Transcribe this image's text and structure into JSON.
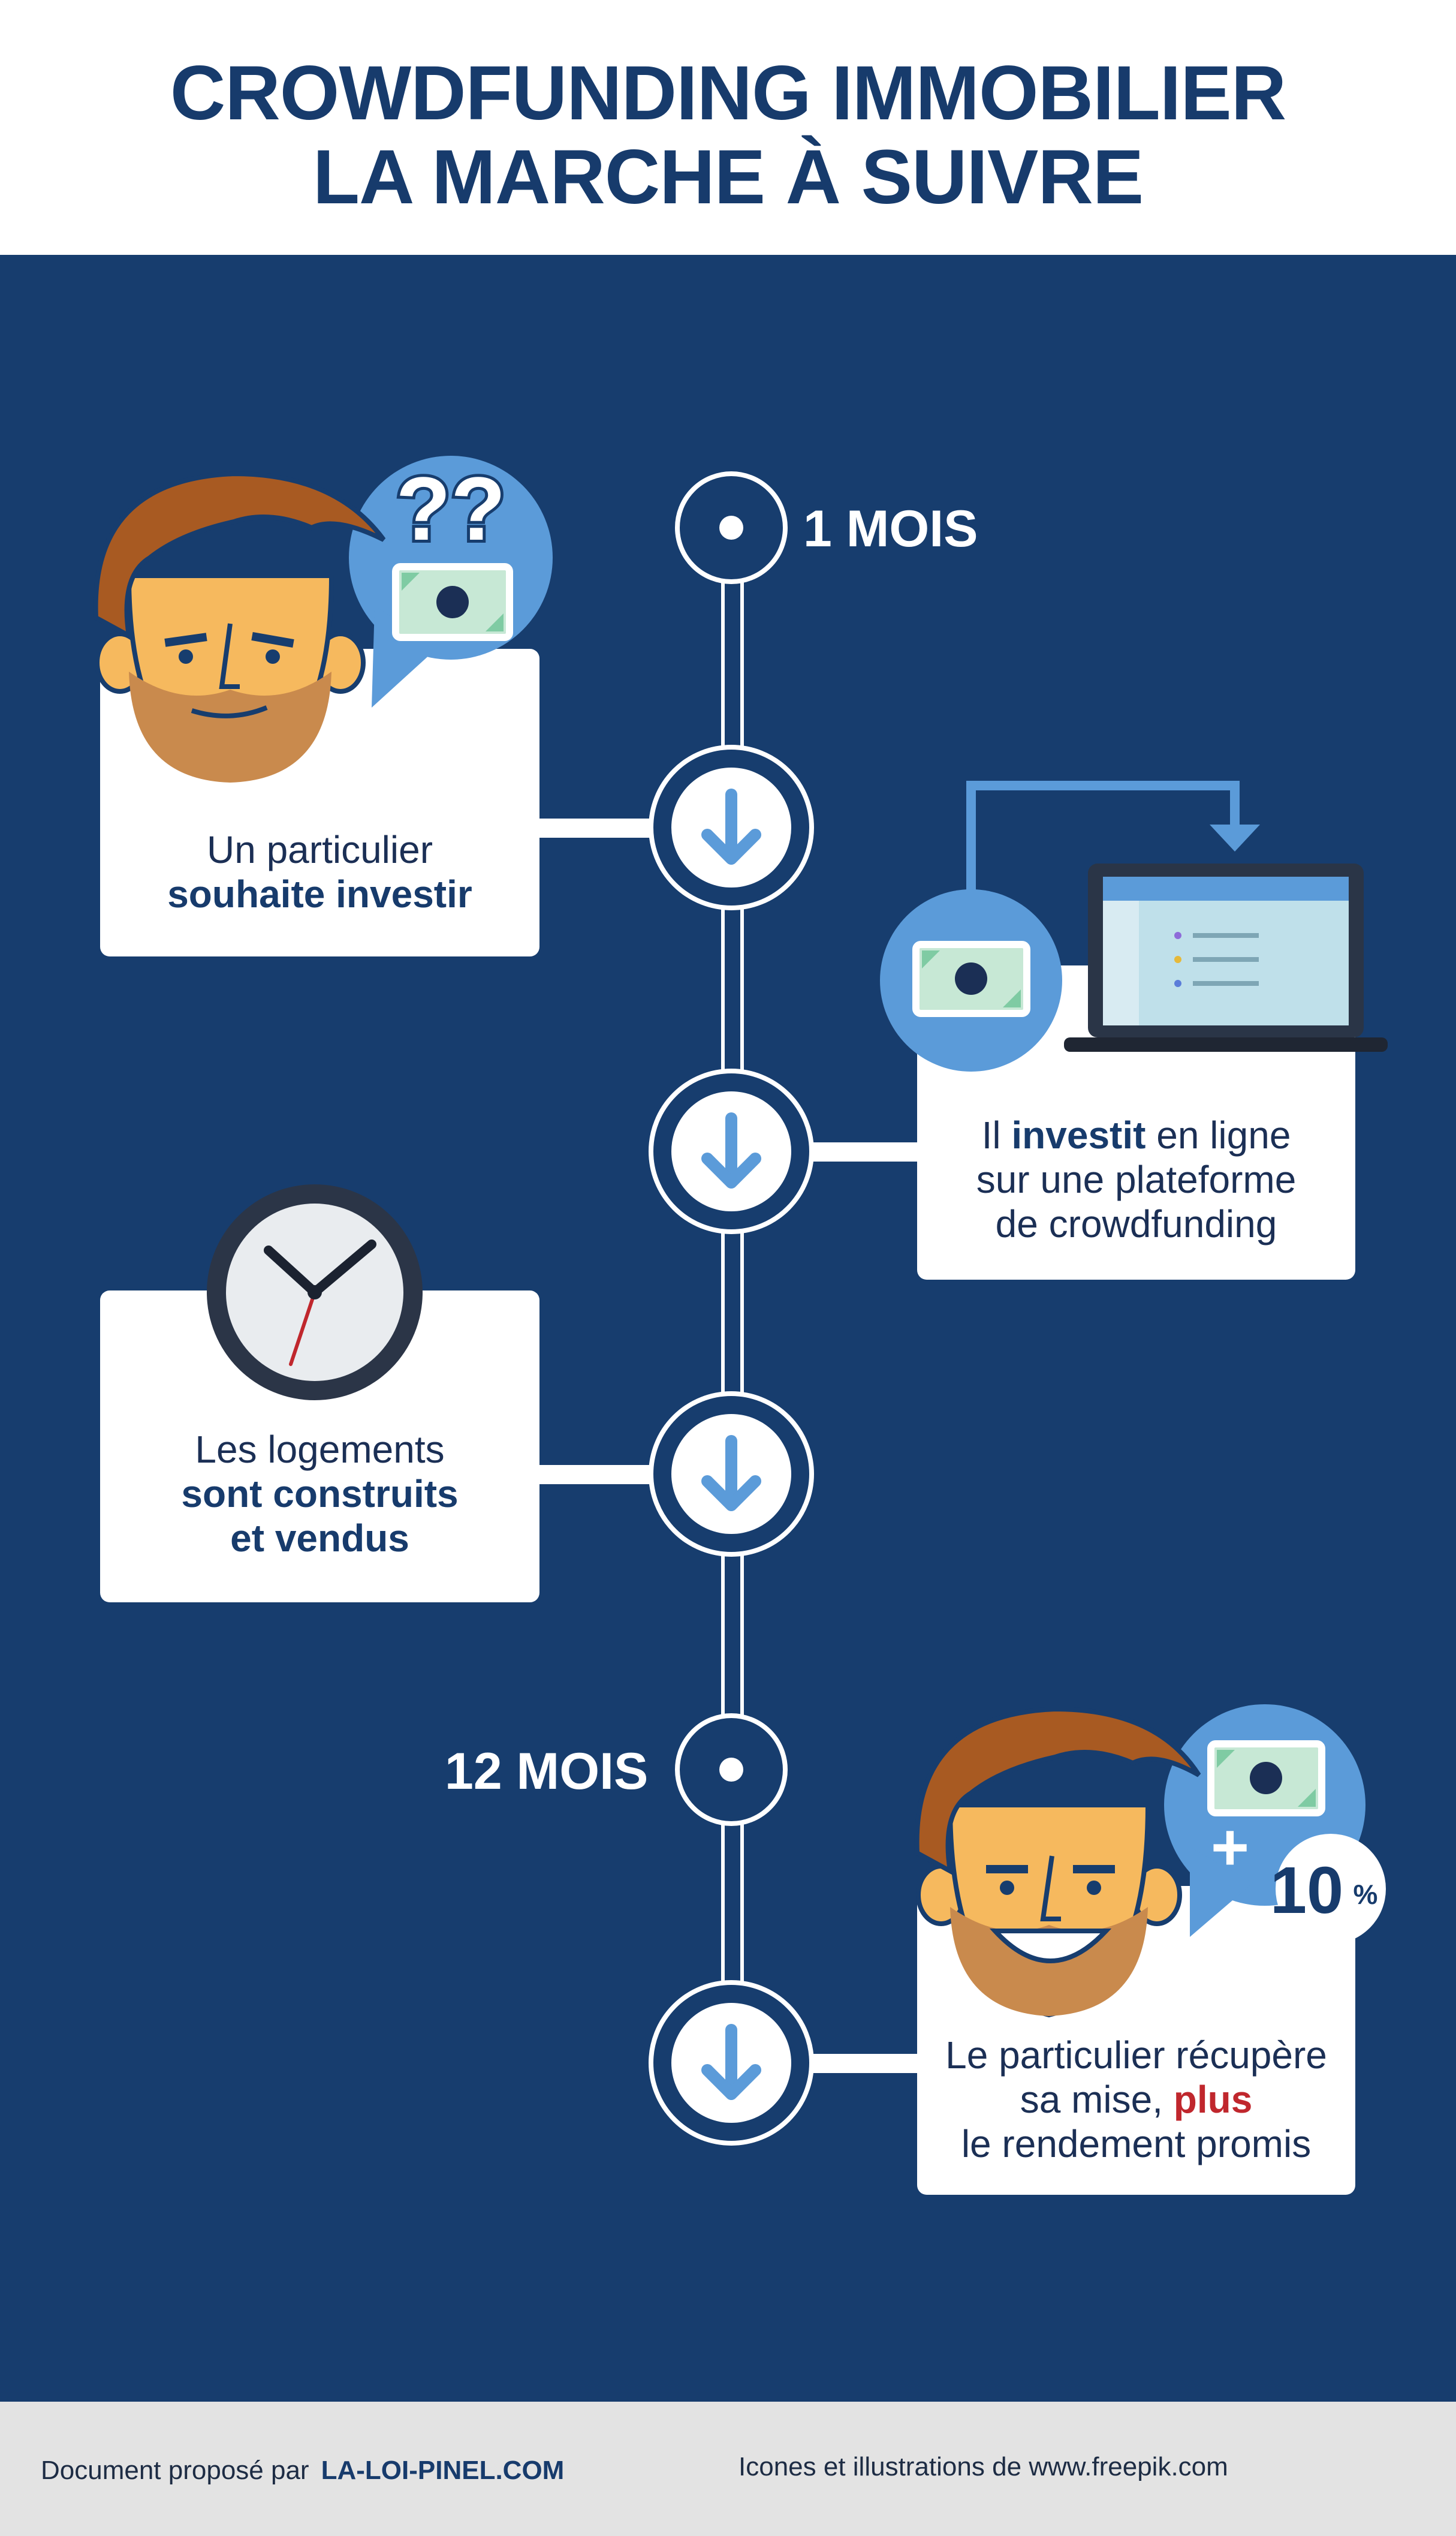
{
  "title": {
    "line1": "CROWDFUNDING IMMOBILIER",
    "line2": "LA MARCHE À SUIVRE"
  },
  "timeline": {
    "start_label": "1 MOIS",
    "end_label": "12 MOIS"
  },
  "steps": [
    {
      "pre": "Un particulier",
      "bold": "souhaite investir"
    },
    {
      "line1_pre": "Il ",
      "line1_bold": "investit",
      "line1_post": " en ligne",
      "line2": "sur une plateforme",
      "line3": "de crowdfunding"
    },
    {
      "pre": "Les logements",
      "bold1": "sont construits",
      "bold2": "et vendus"
    },
    {
      "line1": "Le particulier récupère",
      "line2_pre": "sa mise, ",
      "line2_red": "plus",
      "line3": "le rendement promis"
    }
  ],
  "bubbles": {
    "question": "??",
    "gain_plus": "+",
    "gain_value": "10",
    "gain_unit": "%"
  },
  "footer": {
    "proposed_by": "Document proposé par",
    "brand": "LA-LOI-PINEL.COM",
    "credits": "Icones et illustrations de www.freepik.com"
  },
  "colors": {
    "navy": "#173d6e",
    "title_navy": "#173b6c",
    "light_blue": "#5b9bd9",
    "accent_red": "#c0272d",
    "footer_gray": "#e3e3e3"
  }
}
